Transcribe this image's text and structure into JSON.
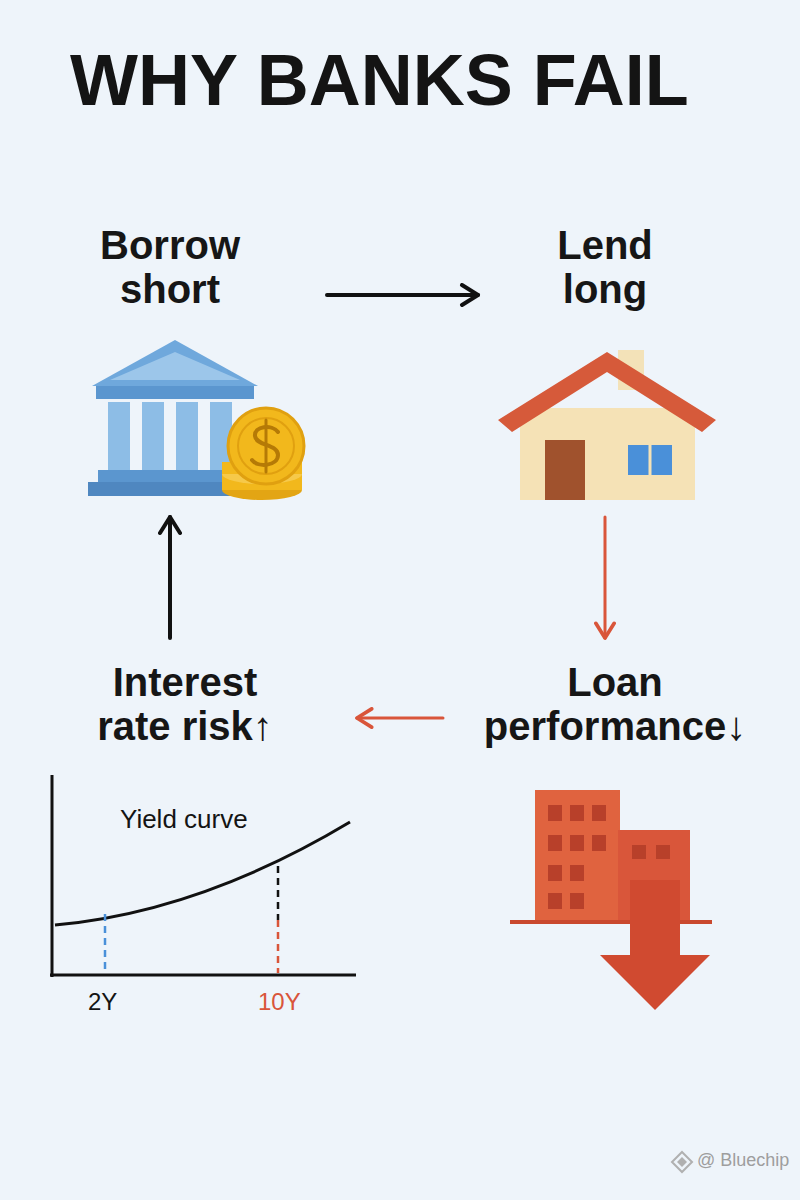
{
  "diagram": {
    "title": "WHY BANKS FAIL",
    "nodes": [
      {
        "text": [
          "Borrow short"
        ]
      },
      {
        "text": [
          "Lend long"
        ]
      },
      {
        "text": [
          "Loan performance↓"
        ]
      },
      {
        "text": [
          "Interest rate risk↑"
        ]
      }
    ],
    "edges": [
      {
        "from": 0,
        "to": 1,
        "arrow": "to"
      },
      {
        "from": 1,
        "to": 2,
        "arrow": "to"
      },
      {
        "from": 2,
        "to": 3,
        "arrow": "to"
      },
      {
        "from": 3,
        "to": 0,
        "arrow": "to"
      }
    ],
    "labels": [
      "Yield curve",
      "2Y",
      "10Y",
      "@ Bluechip"
    ]
  }
}
